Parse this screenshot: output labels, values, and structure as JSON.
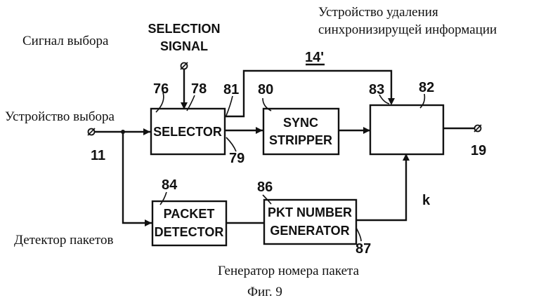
{
  "annotations": {
    "sync_removal_line1": "Устройство удаления",
    "sync_removal_line2": "синхронизирущей информации",
    "selection_signal_ru": "Сигнал выбора",
    "selector_ru": "Устройство выбора",
    "packet_detector_ru": "Детектор пакетов",
    "pkt_generator_ru": "Генератор номера пакета",
    "figure_caption": "Фиг. 9"
  },
  "blocks": {
    "selection_signal": [
      "SELECTION",
      "SIGNAL"
    ],
    "selector": "SELECTOR",
    "sync_stripper": [
      "SYNC",
      "STRIPPER"
    ],
    "packet_detector": [
      "PACKET",
      "DETECTOR"
    ],
    "pkt_number_generator": [
      "PKT NUMBER",
      "GENERATOR"
    ]
  },
  "numerals": {
    "n76": "76",
    "n78": "78",
    "n81": "81",
    "n80": "80",
    "n83": "83",
    "n82": "82",
    "n14": "14'",
    "n11": "11",
    "n19": "19",
    "n79": "79",
    "n84": "84",
    "n86": "86",
    "n87": "87",
    "k": "k"
  }
}
